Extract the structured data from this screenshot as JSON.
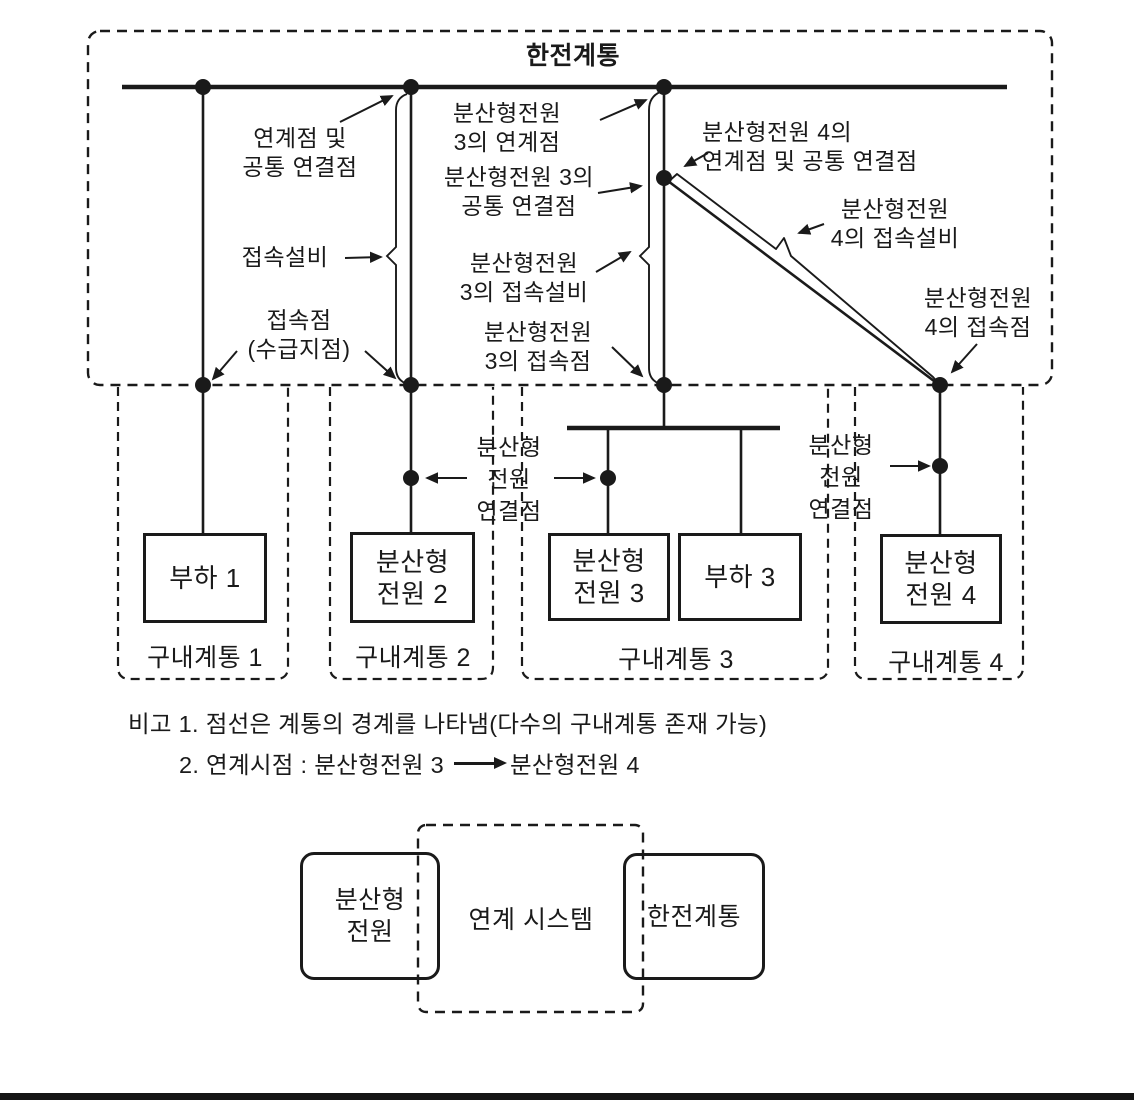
{
  "figure": {
    "grid_label": "한전계통",
    "annotations": {
      "pcc": "연계점 및\n공통 연결점",
      "facility": "접속설비",
      "point_of_connection": "접속점\n(수급지점)",
      "dp3_poi": "분산형전원\n3의 연계점",
      "dp3_pcc": "분산형전원 3의\n공통 연결점",
      "dp3_facility": "분산형전원\n3의 접속설비",
      "dp3_point": "분산형전원\n3의 접속점",
      "dp4_poi_pcc": "분산형전원 4의\n연계점 및 공통 연결점",
      "dp4_facility": "분산형전원\n4의 접속설비",
      "dp4_point": "분산형전원\n4의 접속점",
      "dp_connection_point_mid": "분산형\n전원\n연결점",
      "dp_connection_point_right": "분산형\n전원\n연결점"
    },
    "equipment": {
      "load1": "부하 1",
      "dp2": "분산형\n전원 2",
      "dp3": "분산형\n전원 3",
      "load3": "부하 3",
      "dp4": "분산형\n전원 4"
    },
    "premises": [
      "구내계통 1",
      "구내계통 2",
      "구내계통 3",
      "구내계통 4"
    ],
    "notes": {
      "line1": "비고 1. 점선은 계통의 경계를 나타냄(다수의 구내계통 존재 가능)",
      "line2_prefix": "2. 연계시점 : 분산형전원 3",
      "line2_suffix": "분산형전원 4"
    },
    "legend": {
      "dp": "분산형\n전원",
      "system": "연계 시스템",
      "grid": "한전계통"
    }
  },
  "colors": {
    "ink": "#1a1a1a",
    "paper": "#ffffff"
  }
}
